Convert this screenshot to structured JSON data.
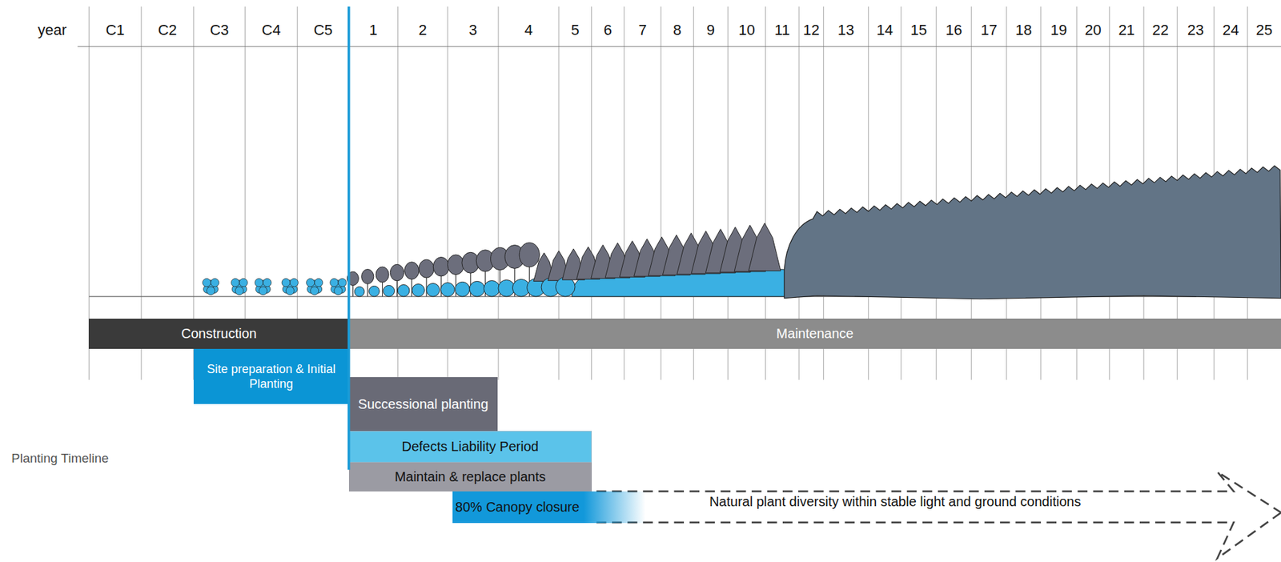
{
  "diagram": {
    "nodes": [
      {
        "text": [
          "Construction"
        ]
      },
      {
        "text": [
          "Maintenance"
        ]
      },
      {
        "text": [
          "Site preparation & Initial Planting"
        ]
      },
      {
        "text": [
          "Successional planting"
        ]
      },
      {
        "text": [
          "Defects Liability Period"
        ]
      },
      {
        "text": [
          "Maintain & replace plants"
        ]
      },
      {
        "text": [
          "80% Canopy closure"
        ]
      },
      {
        "text": [
          "Natural plant diversity within stable light and ground conditions"
        ]
      }
    ],
    "edges": [],
    "labels": [
      "year",
      "C1",
      "C2",
      "C3",
      "C4",
      "C5",
      "1",
      "2",
      "3",
      "4",
      "5",
      "6",
      "7",
      "8",
      "9",
      "10",
      "11",
      "12",
      "13",
      "14",
      "15",
      "16",
      "17",
      "18",
      "19",
      "20",
      "21",
      "22",
      "23",
      "24",
      "25",
      "Planting Timeline"
    ]
  }
}
